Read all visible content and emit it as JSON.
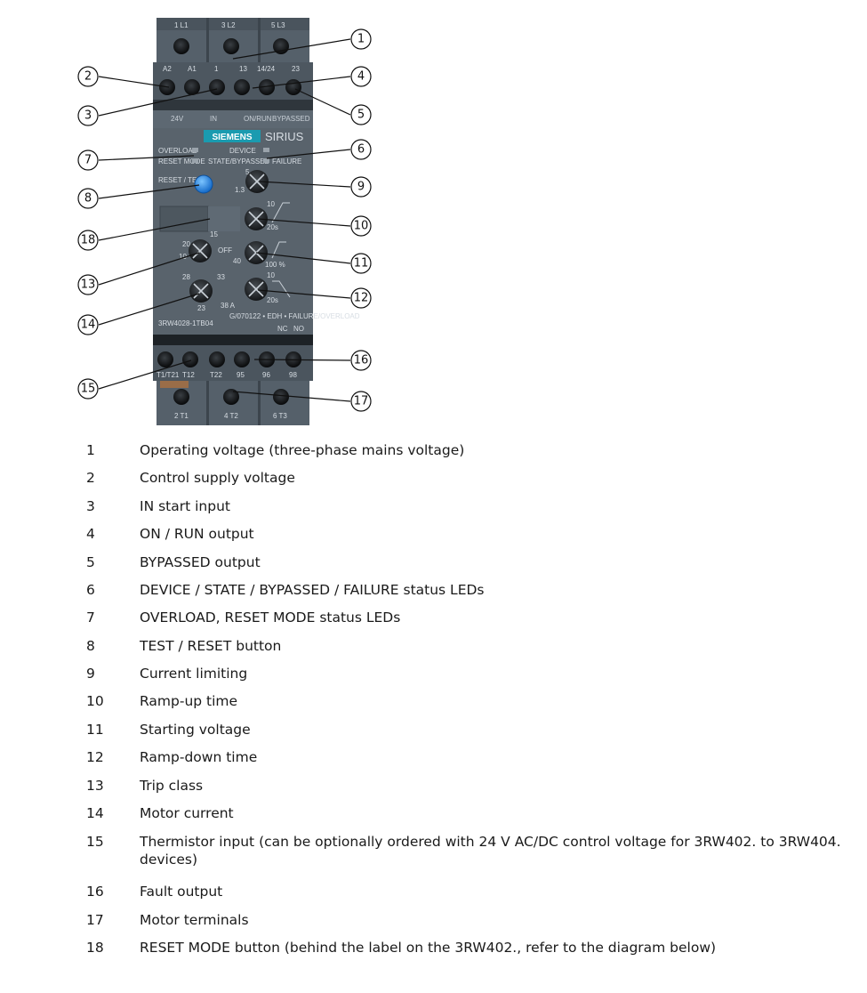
{
  "device": {
    "brand": "SIEMENS",
    "series": "SIRIUS",
    "model": "3RW4028-1TB04",
    "top_terminals": [
      "1 L1",
      "3 L2",
      "5 L3"
    ],
    "control_terminals": [
      "A2",
      "A1",
      "1",
      "13",
      "14/24",
      "23"
    ],
    "control_labels": [
      "24V",
      "IN",
      "ON/RUN",
      "BYPASSED"
    ],
    "led_left": [
      "OVERLOAD",
      "RESET MODE"
    ],
    "led_right": [
      "DEVICE",
      "STATE/BYPASSED",
      "FAILURE"
    ],
    "reset_label": "RESET / TEST",
    "status_label": "G/070122 • EDH • FAILURE/OVERLOAD",
    "bottom_labels": [
      "T1/T21",
      "T12",
      "T22",
      "95",
      "96",
      "98"
    ],
    "no_nc": [
      "NC",
      "NO"
    ],
    "motor_terminals": [
      "2 T1",
      "4 T2",
      "6 T3"
    ],
    "dial_marks": {
      "current_limit": [
        "5",
        "1.3"
      ],
      "ramp_up": [
        "10",
        "20s"
      ],
      "trip_class": [
        "15",
        "20",
        "10",
        "OFF"
      ],
      "start_voltage": [
        "40",
        "100 %"
      ],
      "motor_current": [
        "28",
        "33",
        "23",
        "38 A"
      ],
      "ramp_down": [
        "10",
        "20s"
      ]
    }
  },
  "callouts": [
    "1",
    "2",
    "3",
    "4",
    "5",
    "6",
    "7",
    "8",
    "9",
    "10",
    "11",
    "12",
    "13",
    "14",
    "15",
    "16",
    "17",
    "18"
  ],
  "legend": [
    {
      "num": "1",
      "text": "Operating voltage (three-phase mains voltage)"
    },
    {
      "num": "2",
      "text": "Control supply voltage"
    },
    {
      "num": "3",
      "text": "IN start input"
    },
    {
      "num": "4",
      "text": "ON / RUN output"
    },
    {
      "num": "5",
      "text": "BYPASSED output"
    },
    {
      "num": "6",
      "text": "DEVICE / STATE / BYPASSED / FAILURE status LEDs"
    },
    {
      "num": "7",
      "text": "OVERLOAD, RESET MODE status LEDs"
    },
    {
      "num": "8",
      "text": "TEST / RESET button"
    },
    {
      "num": "9",
      "text": "Current limiting"
    },
    {
      "num": "10",
      "text": "Ramp-up time"
    },
    {
      "num": "11",
      "text": "Starting voltage"
    },
    {
      "num": "12",
      "text": "Ramp-down time"
    },
    {
      "num": "13",
      "text": "Trip class"
    },
    {
      "num": "14",
      "text": "Motor current"
    },
    {
      "num": "15",
      "text": "Thermistor input (can be optionally ordered with 24 V AC/DC control voltage for 3RW402. to 3RW404. devices)"
    },
    {
      "num": "16",
      "text": "Fault output"
    },
    {
      "num": "17",
      "text": "Motor terminals"
    },
    {
      "num": "18",
      "text": "RESET MODE button (behind the label on the 3RW402., refer to the diagram below)"
    }
  ]
}
